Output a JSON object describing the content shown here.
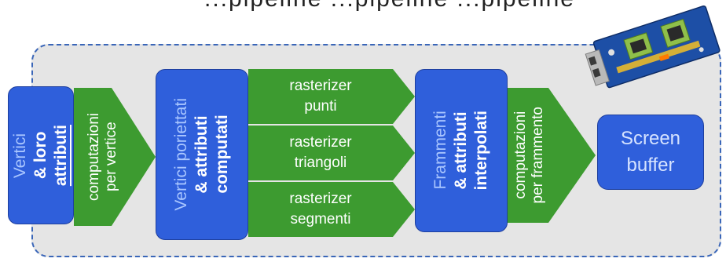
{
  "top_text": "...pipeline ...pipeline ...pipeline",
  "nodes": {
    "vertici": {
      "line1": "Vertici",
      "line2": "& loro",
      "line3": "attributi"
    },
    "comp_vertice": {
      "line1": "computazioni",
      "line2": "per vertice"
    },
    "proiettati": {
      "line1": "Vertici poriettati",
      "line2": "& attributi",
      "line3": "computati"
    },
    "rast_punti": {
      "line1": "rasterizer",
      "line2": "punti"
    },
    "rast_triangoli": {
      "line1": "rasterizer",
      "line2": "triangoli"
    },
    "rast_segmenti": {
      "line1": "rasterizer",
      "line2": "segmenti"
    },
    "frammenti": {
      "line1": "Frammenti",
      "line2": "& attributi",
      "line3": "interpolati"
    },
    "comp_frammento": {
      "line1": "computazioni",
      "line2": "per frammento"
    },
    "screen": {
      "line1": "Screen",
      "line2": "buffer"
    }
  },
  "colors": {
    "blue": "#2f5fdb",
    "green": "#3d9b30",
    "frame": "#3a66b8",
    "panel": "#e5e5e5"
  },
  "image": {
    "icon": "graphics-card-icon"
  }
}
